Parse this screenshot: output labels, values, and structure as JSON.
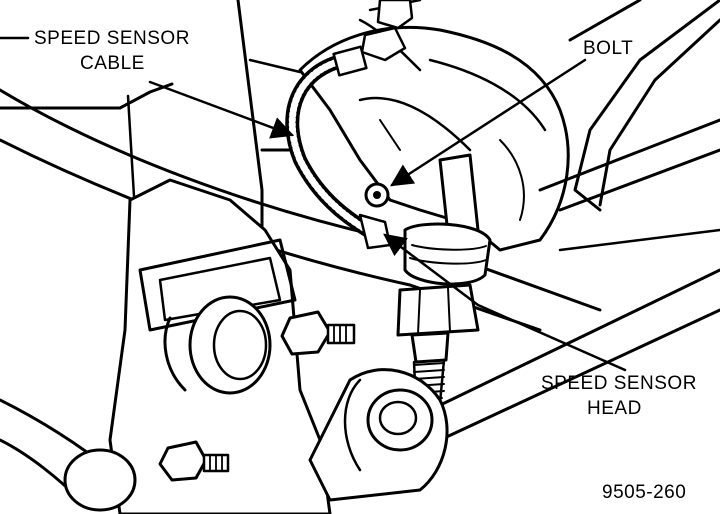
{
  "labels": {
    "speed_sensor_cable_line1": "SPEED SENSOR",
    "speed_sensor_cable_line2": "CABLE",
    "bolt": "BOLT",
    "speed_sensor_head_line1": "SPEED SENSOR",
    "speed_sensor_head_line2": "HEAD",
    "figure_number": "9505-260"
  },
  "colors": {
    "ink": "#000000",
    "paper": "#ffffff"
  }
}
